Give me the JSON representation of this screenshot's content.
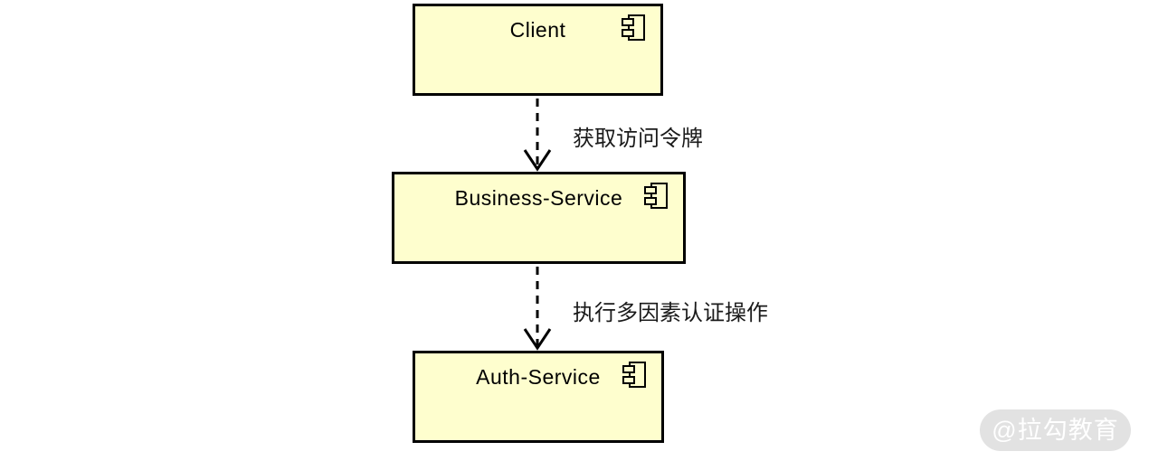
{
  "diagram": {
    "type": "uml-component-diagram",
    "nodes": [
      {
        "id": "client",
        "label": "Client"
      },
      {
        "id": "business-service",
        "label": "Business-Service"
      },
      {
        "id": "auth-service",
        "label": "Auth-Service"
      }
    ],
    "edges": [
      {
        "from": "client",
        "to": "business-service",
        "label": "获取访问令牌",
        "style": "dashed-open-arrow"
      },
      {
        "from": "business-service",
        "to": "auth-service",
        "label": "执行多因素认证操作",
        "style": "dashed-open-arrow"
      }
    ],
    "colors": {
      "node_fill": "#FEFECE",
      "node_border": "#000000",
      "edge_stroke": "#000000",
      "background": "#FFFFFF",
      "watermark_bg": "#E2E2E2",
      "watermark_text": "#FFFFFF"
    }
  },
  "watermark": {
    "text": "@拉勾教育"
  }
}
